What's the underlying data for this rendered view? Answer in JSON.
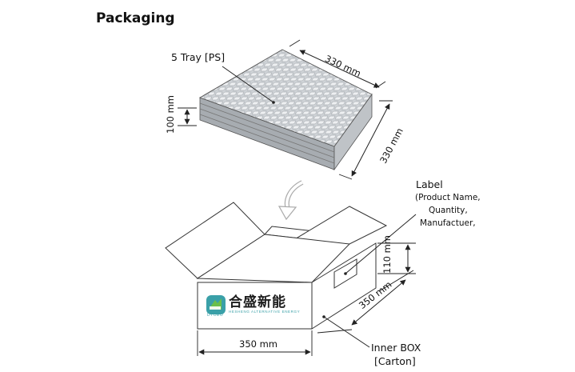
{
  "page": {
    "title": "Packaging"
  },
  "tray": {
    "label": "5 Tray [PS]",
    "width_dim": "330 mm",
    "depth_dim": "330 mm",
    "height_dim": "100 mm"
  },
  "box": {
    "label_title": "Label",
    "label_line1": "(Product Name,",
    "label_line2": "Quantity,",
    "label_line3": "Manufactuer,",
    "height_dim": "110 mm",
    "depth_dim": "350 mm",
    "width_dim": "350 mm",
    "name_line1": "Inner BOX",
    "name_line2": "[Carton]"
  },
  "logo": {
    "name_cn": "合盛新能",
    "name_en": "HESHENG ALTERNATIVE ENERGY",
    "mark_text": "DTOEO"
  },
  "colors": {
    "line": "#222222",
    "tray_fill": "#c9ccd0",
    "logo_green": "#6abf4b",
    "logo_teal": "#3aa0a8"
  }
}
